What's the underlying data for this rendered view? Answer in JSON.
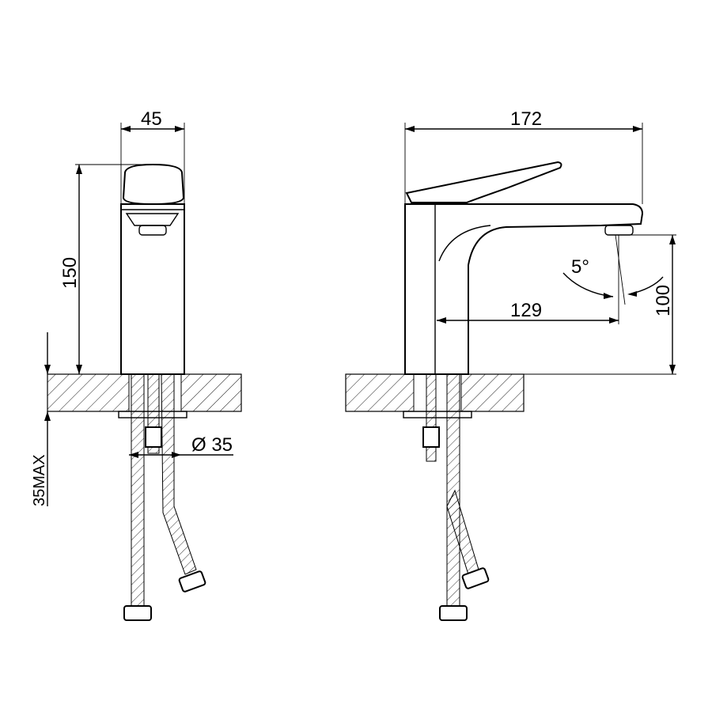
{
  "dimensions": {
    "width": "45",
    "height": "150",
    "length": "172",
    "reach": "129",
    "spout_height": "100",
    "angle": "5°",
    "hole_diameter": "Ø 35",
    "deck_thickness": "35MAX"
  },
  "colors": {
    "line": "#000000",
    "background": "#ffffff"
  }
}
